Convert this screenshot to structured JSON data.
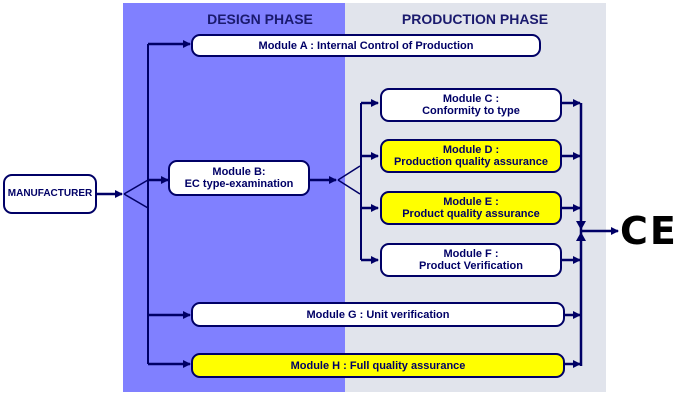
{
  "phases": {
    "design": "DESIGN PHASE",
    "production": "PRODUCTION PHASE"
  },
  "manufacturer": "MANUFACTURER",
  "modules": {
    "a": {
      "line1": "Module A : Internal Control of Production"
    },
    "b": {
      "line1": "Module B:",
      "line2": "EC type-examination"
    },
    "c": {
      "line1": "Module C :",
      "line2": "Conformity to type"
    },
    "d": {
      "line1": "Module D :",
      "line2": "Production quality assurance"
    },
    "e": {
      "line1": "Module E :",
      "line2": "Product quality assurance"
    },
    "f": {
      "line1": "Module F :",
      "line2": "Product Verification"
    },
    "g": {
      "line1": "Module G : Unit verification"
    },
    "h": {
      "line1": "Module H : Full quality assurance"
    }
  },
  "ce_mark": "CE",
  "colors": {
    "design_bg": "#8080ff",
    "production_bg": "#e1e4ec",
    "line": "#000066",
    "highlight": "#ffff00"
  }
}
